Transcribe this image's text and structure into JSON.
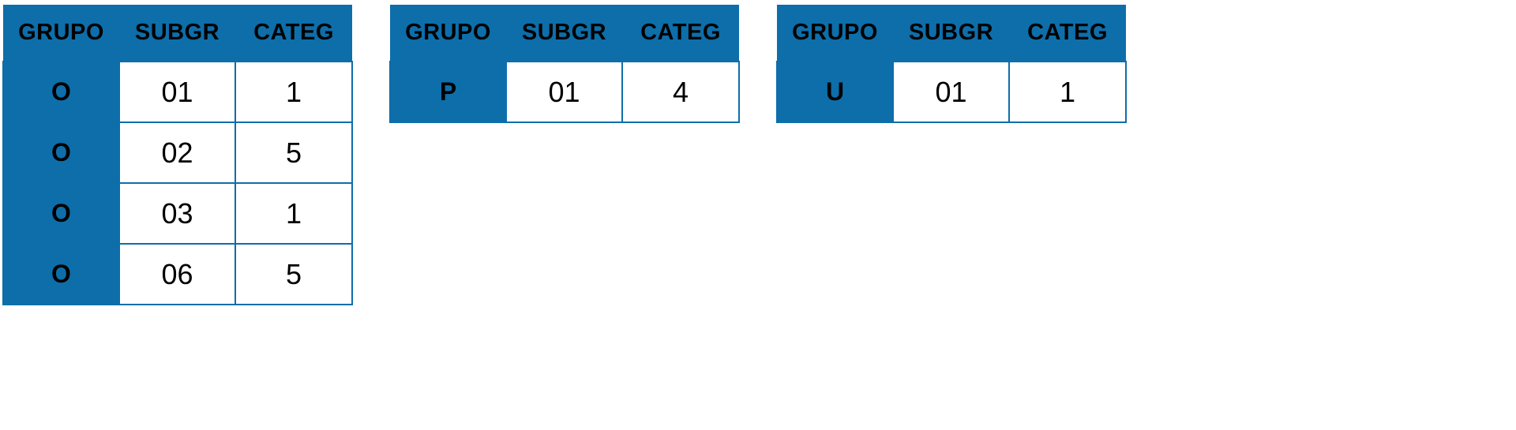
{
  "colors": {
    "table_blue": "#0d6eaa",
    "cell_background": "#ffffff",
    "text": "#000000"
  },
  "tables": [
    {
      "name": "grupo-o-table",
      "headers": [
        "GRUPO",
        "SUBGR",
        "CATEG"
      ],
      "rows": [
        {
          "grupo": "O",
          "subgr": "01",
          "categ": "1"
        },
        {
          "grupo": "O",
          "subgr": "02",
          "categ": "5"
        },
        {
          "grupo": "O",
          "subgr": "03",
          "categ": "1"
        },
        {
          "grupo": "O",
          "subgr": "06",
          "categ": "5"
        }
      ]
    },
    {
      "name": "grupo-p-table",
      "headers": [
        "GRUPO",
        "SUBGR",
        "CATEG"
      ],
      "rows": [
        {
          "grupo": "P",
          "subgr": "01",
          "categ": "4"
        }
      ]
    },
    {
      "name": "grupo-u-table",
      "headers": [
        "GRUPO",
        "SUBGR",
        "CATEG"
      ],
      "rows": [
        {
          "grupo": "U",
          "subgr": "01",
          "categ": "1"
        }
      ]
    }
  ]
}
